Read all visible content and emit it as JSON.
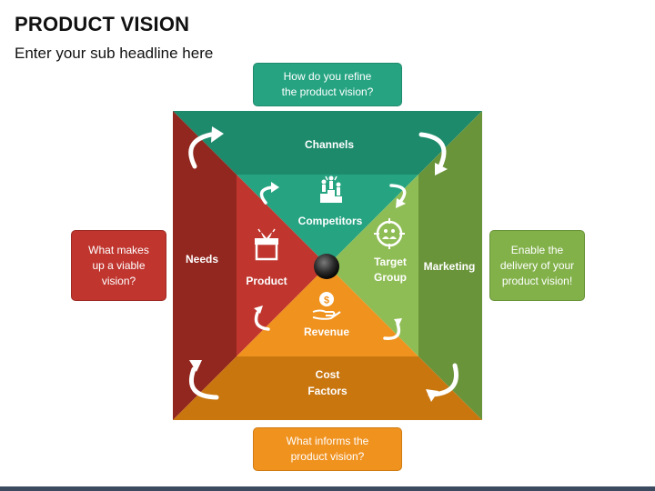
{
  "title": "PRODUCT VISION",
  "subtitle": "Enter your sub headline here",
  "callouts": {
    "top": "How do you refine\nthe product vision?",
    "left": "What makes\nup a viable\nvision?",
    "right": "Enable the\ndelivery of your\nproduct vision!",
    "bottom": "What informs the\nproduct vision?"
  },
  "outer": {
    "channels": "Channels",
    "needs": "Needs",
    "marketing": "Marketing",
    "cost_line1": "Cost",
    "cost_line2": "Factors"
  },
  "inner": {
    "competitors": "Competitors",
    "product": "Product",
    "target_line1": "Target",
    "target_line2": "Group",
    "revenue": "Revenue"
  },
  "colors": {
    "teal": "#26a482",
    "red": "#c0362f",
    "green": "#82b14a",
    "orange": "#f0921e"
  },
  "icons": [
    "podium-people-icon",
    "gift-box-icon",
    "target-people-icon",
    "money-hand-icon"
  ]
}
